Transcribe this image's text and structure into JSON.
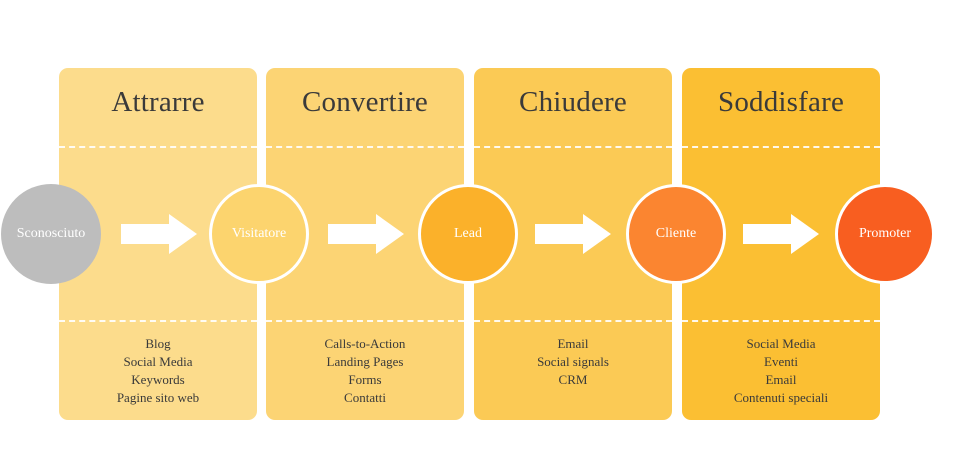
{
  "stages": [
    {
      "title": "Attrarre",
      "items": [
        "Blog",
        "Social Media",
        "Keywords",
        "Pagine sito web"
      ],
      "color": "#fcdc8c"
    },
    {
      "title": "Convertire",
      "items": [
        "Calls-to-Action",
        "Landing Pages",
        "Forms",
        "Contatti"
      ],
      "color": "#fcd474"
    },
    {
      "title": "Chiudere",
      "items": [
        "Email",
        "Social signals",
        "CRM"
      ],
      "color": "#fbca55"
    },
    {
      "title": "Soddisfare",
      "items": [
        "Social Media",
        "Eventi",
        "Email",
        "Contenuti speciali"
      ],
      "color": "#fbbf33"
    }
  ],
  "nodes": [
    {
      "label": "Sconosciuto",
      "color": "#bdbdbd"
    },
    {
      "label": "Visitatore",
      "color": "#fcd46e"
    },
    {
      "label": "Lead",
      "color": "#fbb12a"
    },
    {
      "label": "Cliente",
      "color": "#fb8530"
    },
    {
      "label": "Promoter",
      "color": "#f85e20"
    }
  ]
}
